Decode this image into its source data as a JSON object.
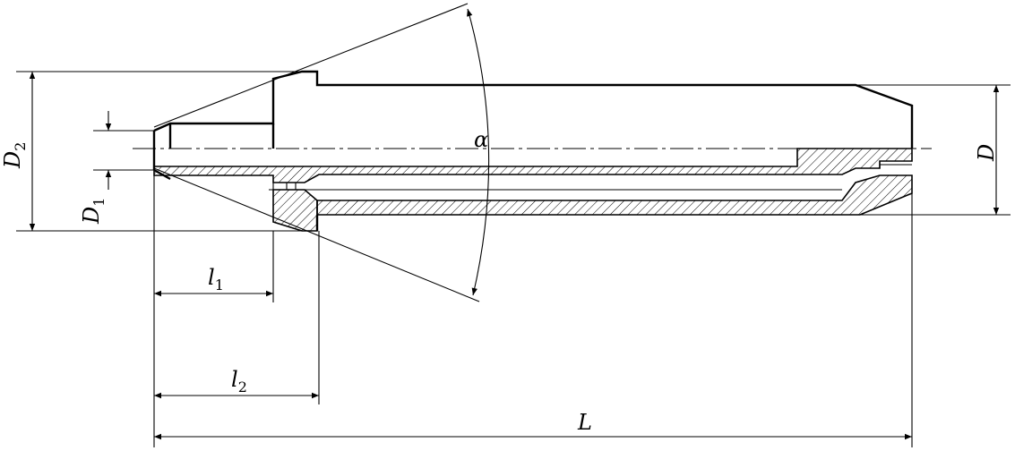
{
  "labels": {
    "D2": {
      "main": "D",
      "sub": "2"
    },
    "D1": {
      "main": "D",
      "sub": "1"
    },
    "D": "D",
    "alpha": "α",
    "l1": {
      "main": "l",
      "sub": "1"
    },
    "l2": {
      "main": "l",
      "sub": "2"
    },
    "L": "L"
  }
}
